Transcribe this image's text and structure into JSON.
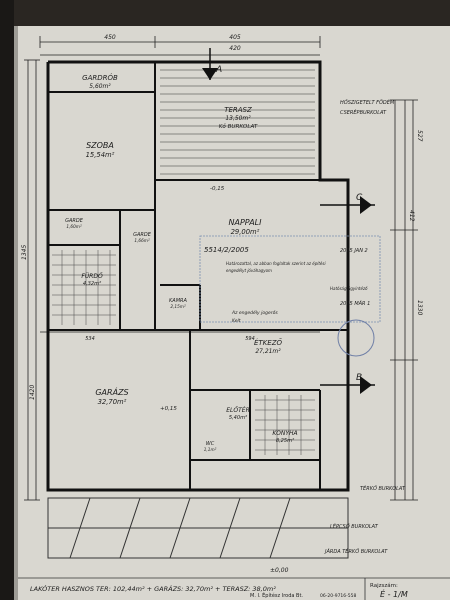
{
  "rooms": [
    {
      "id": "gardrob",
      "name": "GARDRÓB",
      "area": "5,60m²"
    },
    {
      "id": "szoba",
      "name": "SZOBA",
      "area": "15,54m²"
    },
    {
      "id": "terasz",
      "name": "TERASZ",
      "area": "13,50m²",
      "note": "Kő BURKOLAT"
    },
    {
      "id": "nappali",
      "name": "NAPPALI",
      "area": "29,00m²"
    },
    {
      "id": "garde1",
      "name": "GARDE",
      "area": "1,60m²"
    },
    {
      "id": "garde2",
      "name": "GARDE",
      "area": "1,66m²"
    },
    {
      "id": "furdo",
      "name": "FÜRDŐ",
      "area": "4,32m²"
    },
    {
      "id": "kamra",
      "name": "KAMRA",
      "area": "2,15m²"
    },
    {
      "id": "etkezo",
      "name": "ÉTKEZŐ",
      "area": "27,21m²"
    },
    {
      "id": "garazs",
      "name": "GARÁZS",
      "area": "32,70m²"
    },
    {
      "id": "eloter",
      "name": "ELŐTÉR",
      "area": "5,40m²"
    },
    {
      "id": "konyha",
      "name": "KONYHA",
      "area": "8,25m²"
    },
    {
      "id": "wc",
      "name": "WC",
      "area": "1,1m²"
    }
  ],
  "annotations": {
    "hoszigetelt": "HŐSZIGETELT FÖDÉM",
    "csatlakozas": "CSERÉPBURKOLAT",
    "lepcso": "LÉPCSŐ BURKOLAT",
    "jarda": "JÁRDA TÉRKŐ BURKOLAT",
    "terkő": "TÉRKŐ BURKOLAT",
    "section_c": "C",
    "section_b": "B",
    "section_a": "A",
    "level_0": "±0,00",
    "level_1": "-0,15",
    "level_2": "+0,15"
  },
  "dimensions": {
    "top_left": "450",
    "top_mid": "420",
    "top_right": "405",
    "right_1": "527",
    "right_2": "412",
    "right_3": "1330",
    "left_a": "1345",
    "left_b": "1420",
    "mid_1": "534",
    "mid_2": "594"
  },
  "stamp": {
    "number": "5514/2/2005",
    "date_1": "2005 JAN 2",
    "line_1": "Határozattal, az abban foglaltak szerint az építési",
    "line_2": "engedélyt jóváhagyom",
    "line_3": "Hatóság ügyintéző",
    "date_2": "2005 MÁR 1",
    "line_4": "Az engedély jogerős",
    "line_5": "Kelt"
  },
  "footer": {
    "summary": "LAKÓTER HASZNOS TER: 102,44m² + GARÁZS: 32,70m² + TERASZ: 38,0m²",
    "office": "M. I. Építész Iroda Bt.",
    "phone": "06-20-9716-558",
    "sheet_label": "Rajzszám:",
    "sheet_value": "É - 1/M"
  }
}
